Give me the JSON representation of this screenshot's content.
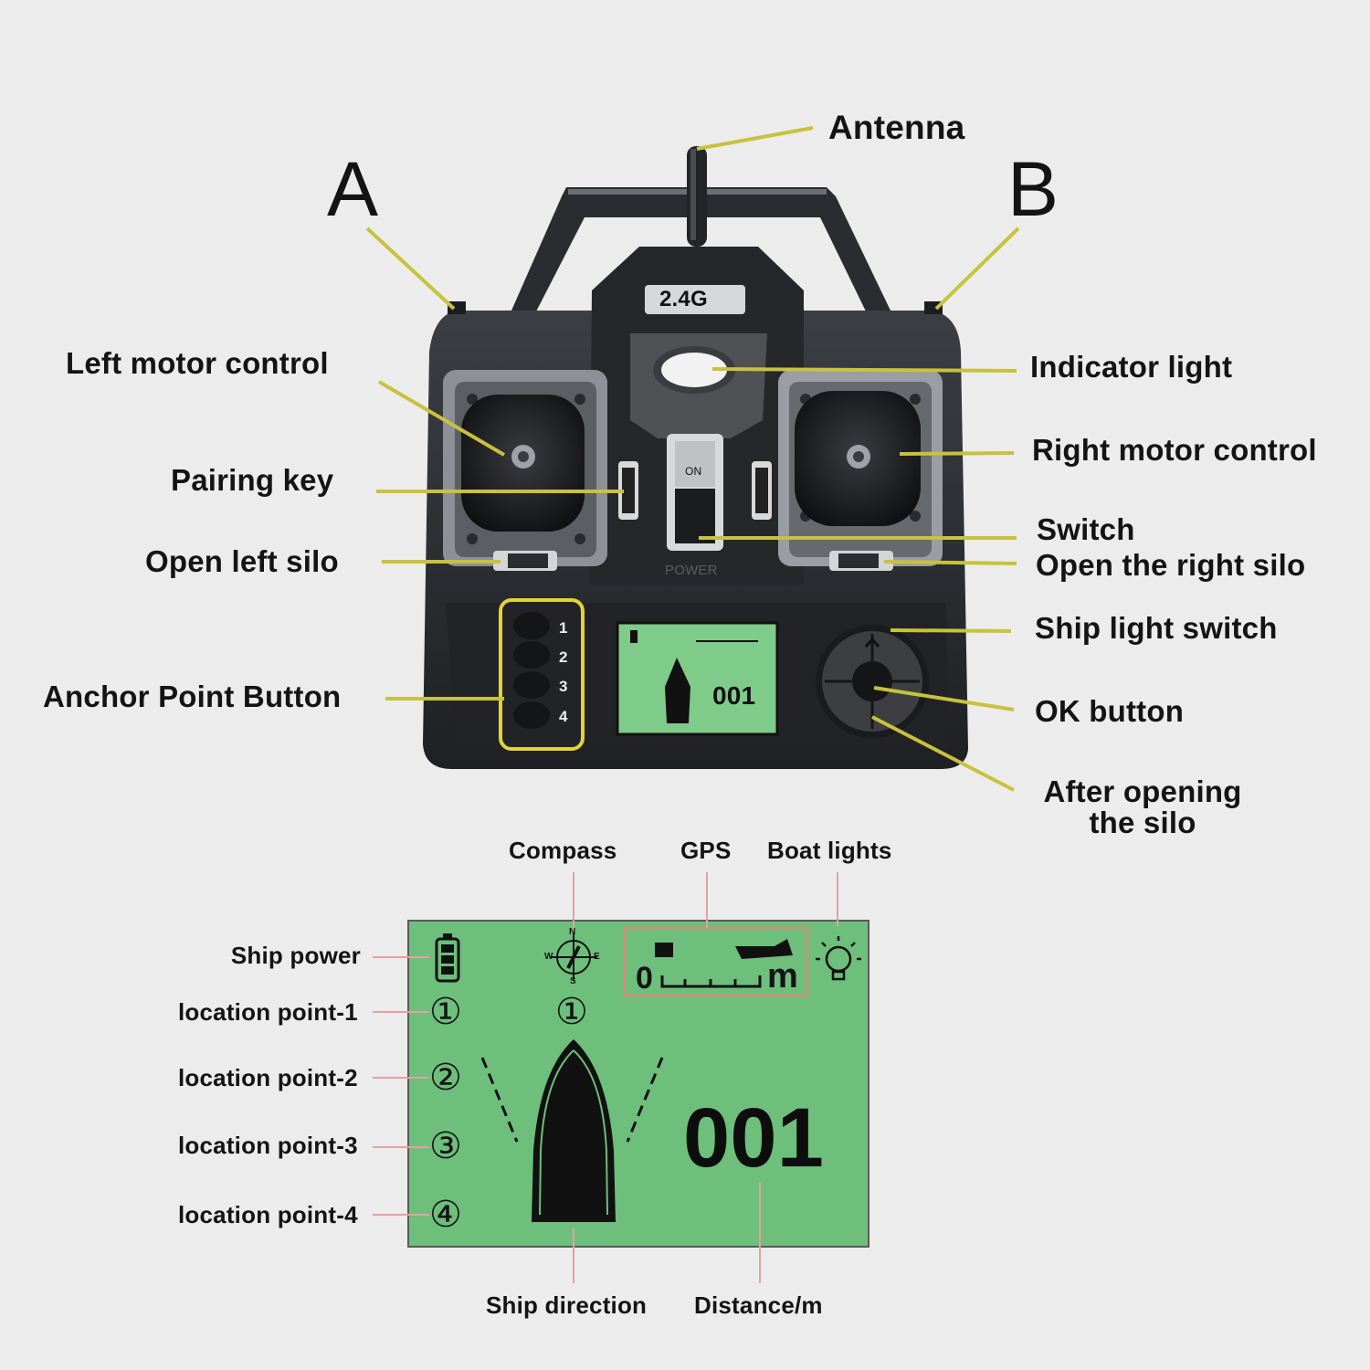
{
  "remote": {
    "band_label": "2.4G",
    "switch_on_text": "ON",
    "power_text": "POWER",
    "mini_counter": "001",
    "anchor_numbers": [
      "1",
      "2",
      "3",
      "4"
    ]
  },
  "callouts": {
    "side_a": "A",
    "side_b": "B",
    "antenna": "Antenna",
    "left_motor_control": "Left motor control",
    "indicator_light": "Indicator light",
    "right_motor_control": "Right motor control",
    "pairing_key": "Pairing key",
    "switch": "Switch",
    "open_left_silo": "Open left silo",
    "open_right_silo": "Open the right silo",
    "ship_light_switch": "Ship light switch",
    "anchor_point_button": "Anchor Point Button",
    "ok_button": "OK button",
    "after_opening_silo": "After opening the silo"
  },
  "lcd": {
    "compass_label": "Compass",
    "gps_label": "GPS",
    "boat_lights_label": "Boat lights",
    "ship_power_label": "Ship power",
    "location_points": [
      "location point-1",
      "location point-2",
      "location point-3",
      "location point-4"
    ],
    "point_symbols": [
      "①",
      "②",
      "③",
      "④"
    ],
    "compass_point_symbol": "①",
    "compass_letters": {
      "n": "N",
      "s": "S",
      "w": "W",
      "e": "E"
    },
    "gps_zero": "0",
    "gps_unit": "m",
    "distance_value": "001",
    "ship_direction_label": "Ship direction",
    "distance_label": "Distance/m"
  },
  "colors": {
    "background": "#ececec",
    "remote_body": "#2b2d30",
    "lcd_green": "#6dbf7b",
    "leader_yellow": "#c8c23c",
    "leader_pink": "#e6a0a0"
  }
}
